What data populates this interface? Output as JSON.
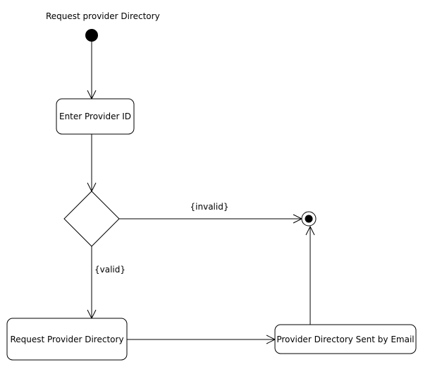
{
  "diagram": {
    "title": "Request provider Directory",
    "nodes": {
      "enter_provider_id": "Enter Provider ID",
      "request_provider_directory": "Request Provider Directory",
      "directory_sent_by_email": "Provider Directory Sent by Email"
    },
    "guards": {
      "invalid": "{invalid}",
      "valid": "{valid}"
    },
    "colors": {
      "stroke": "#000000",
      "fill": "#ffffff"
    }
  }
}
